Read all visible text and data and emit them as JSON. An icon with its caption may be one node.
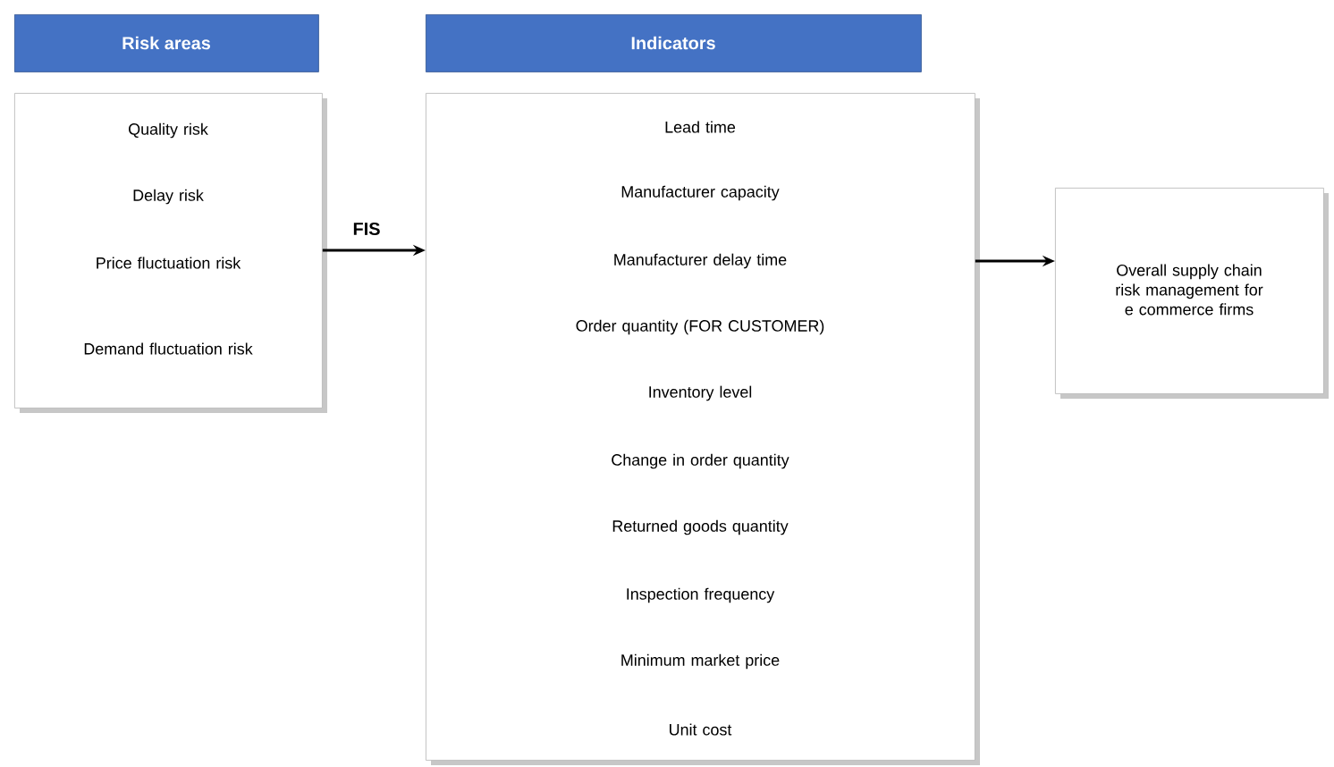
{
  "diagram": {
    "nodes": [
      {
        "text": [
          "Risk areas",
          "Quality risk",
          "Delay risk",
          "Price fluctuation risk",
          "Demand fluctuation risk"
        ]
      },
      {
        "text": [
          "Indicators",
          "Lead time",
          "Manufacturer capacity",
          "Manufacturer delay time",
          "Order quantity (FOR CUSTOMER)",
          "Inventory level",
          "Change in order quantity",
          "Returned goods quantity",
          "Inspection frequency",
          "Minimum market price",
          "Unit cost"
        ]
      },
      {
        "text": [
          "Overall supply chain risk management for e commerce firms"
        ]
      }
    ],
    "edges": [
      {
        "from": 0,
        "to": 1,
        "arrow": "to",
        "label": "FIS"
      },
      {
        "from": 1,
        "to": 2,
        "arrow": "to"
      }
    ]
  }
}
